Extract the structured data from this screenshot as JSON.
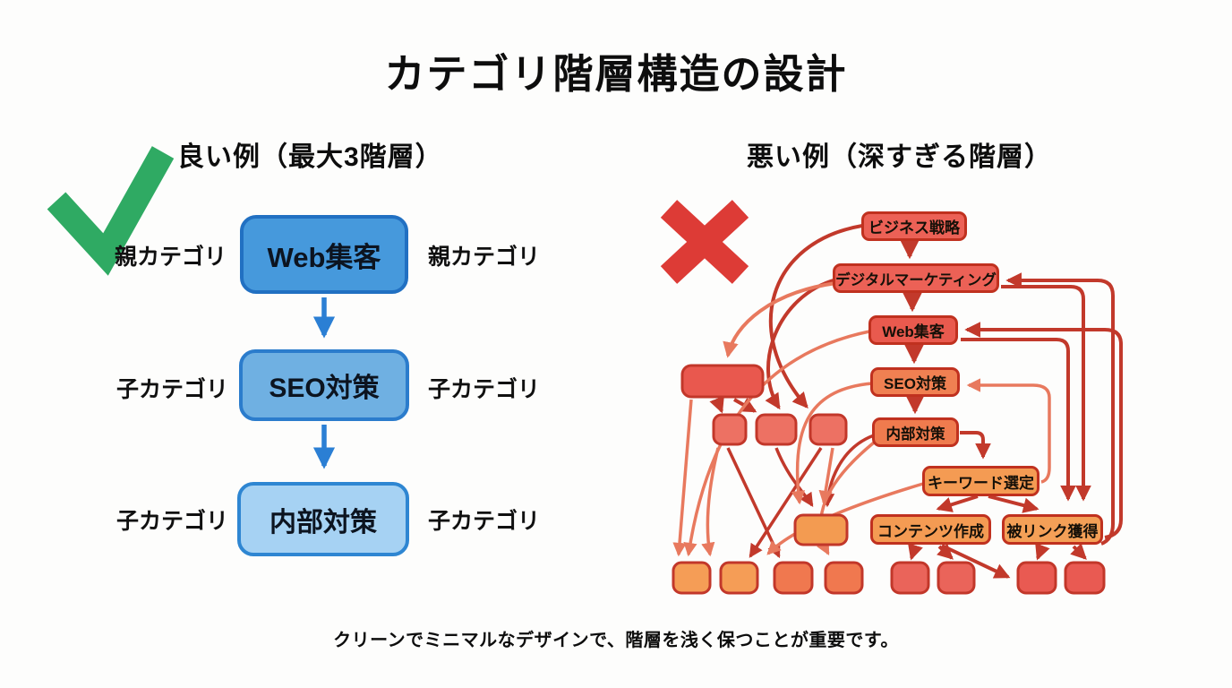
{
  "title": "カテゴリ階層構造の設計",
  "good_example": {
    "heading": "良い例（最大3階層）",
    "icon": "check-icon",
    "rows": [
      {
        "box_label": "Web集客",
        "left_label": "親カテゴリ",
        "right_label": "親カテゴリ"
      },
      {
        "box_label": "SEO対策",
        "left_label": "子カテゴリ",
        "right_label": "子カテゴリ"
      },
      {
        "box_label": "内部対策",
        "left_label": "子カテゴリ",
        "right_label": "子カテゴリ"
      }
    ]
  },
  "bad_example": {
    "heading": "悪い例（深すぎる階層）",
    "icon": "cross-icon",
    "nodes": [
      "ビジネス戦略",
      "デジタルマーケティング",
      "Web集客",
      "SEO対策",
      "内部対策",
      "キーワード選定",
      "コンテンツ作成",
      "被リンク獲得"
    ],
    "unlabeled_node_count": 13
  },
  "footer": "クリーンでミニマルなデザインで、階層を浅く保つことが重要です。",
  "colors": {
    "check_green": "#2faa63",
    "cross_red": "#dd3b36",
    "good_box_dark": "#4699dc",
    "good_box_mid": "#6fb0e2",
    "good_box_light": "#a6d2f3",
    "good_border": "#2170c2",
    "good_arrow": "#2b7fd4",
    "bad_fill_red": "#ec6156",
    "bad_fill_orange": "#f49b53",
    "bad_border": "#c0311f",
    "bad_arrow_dark": "#c2392b",
    "bad_arrow_light": "#e8795e"
  }
}
